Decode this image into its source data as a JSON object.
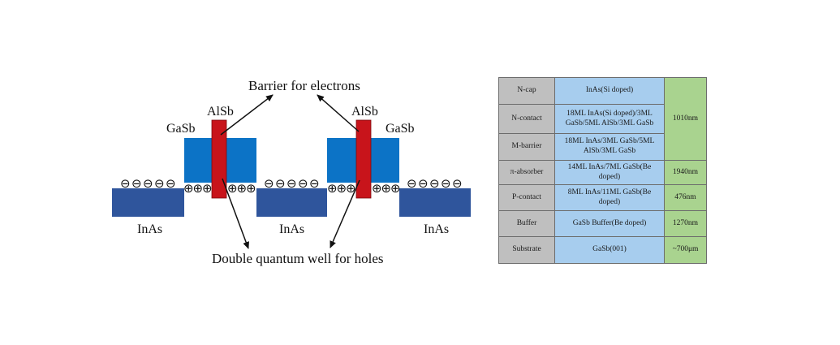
{
  "diagram": {
    "annotations": {
      "barrier": "Barrier for electrons",
      "quantum_well": "Double quantum well for holes"
    },
    "labels": {
      "alsb_left": "AlSb",
      "alsb_right": "AlSb",
      "gasb_left": "GaSb",
      "gasb_right": "GaSb",
      "inas_1": "InAs",
      "inas_2": "InAs",
      "inas_3": "InAs"
    },
    "symbols": {
      "electron": "⊖",
      "hole": "⊕"
    },
    "colors": {
      "inas": "#2f559c",
      "gasb": "#0c73c6",
      "alsb": "#c8141b"
    }
  },
  "table": {
    "rows": [
      {
        "layer": "N-cap",
        "composition": "InAs(Si doped)"
      },
      {
        "layer": "N-contact",
        "composition": "18ML InAs(Si doped)/3ML GaSb/5ML AlSb/3ML GaSb"
      },
      {
        "layer": "M-barrier",
        "composition": "18ML InAs/3ML GaSb/5ML AlSb/3ML GaSb"
      },
      {
        "layer": "π-absorber",
        "composition": "14ML InAs/7ML GaSb(Be doped)"
      },
      {
        "layer": "P-contact",
        "composition": "8ML InAs/11ML GaSb(Be doped)"
      },
      {
        "layer": "Buffer",
        "composition": "GaSb Buffer(Be doped)"
      },
      {
        "layer": "Substrate",
        "composition": "GaSb(001)"
      }
    ],
    "thickness": [
      "1010nm",
      "1940nm",
      "476nm",
      "1270nm",
      "~700μm"
    ],
    "colors": {
      "name_cell": "#bfbfbf",
      "composition_cell": "#a7cdee",
      "thickness_cell": "#a9d38f"
    }
  }
}
